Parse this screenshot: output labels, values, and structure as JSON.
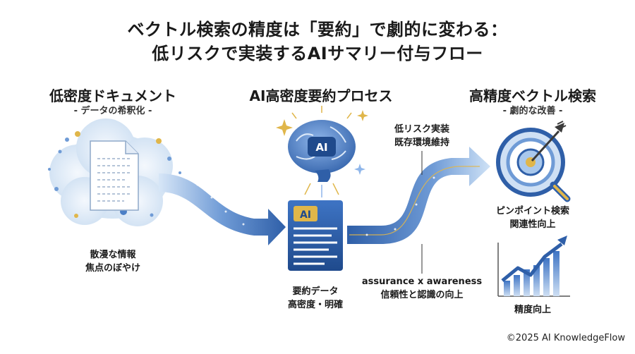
{
  "header": {
    "line1": "ベクトル検索の精度は「要約」で劇的に変わる：",
    "line2": "低リスクで実装するAIサマリー付与フロー"
  },
  "left": {
    "title": "低密度ドキュメント",
    "subtitle": "- データの希釈化 -",
    "caption_1": "散漫な情報",
    "caption_2": "焦点のぼやけ"
  },
  "middle": {
    "title": "AI高密度要約プロセス",
    "brain_badge": "AI",
    "doc_badge": "AI",
    "caption_1": "要約データ",
    "caption_2": "高密度・明確"
  },
  "flow": {
    "upper_note_1": "低リスク実装",
    "upper_note_2": "既存環境維持",
    "lower_note_1": "assurance x awareness",
    "lower_note_2": "信頼性と認識の向上"
  },
  "right": {
    "title": "高精度ベクトル検索",
    "subtitle": "- 劇的な改善 -",
    "target_caption_1": "ピンポイント検索",
    "target_caption_2": "関連性向上",
    "chart_caption": "精度向上"
  },
  "footer": {
    "copyright": "©2025 AI KnowledgeFlow"
  },
  "colors": {
    "primary_blue": "#2f5fa8",
    "light_blue": "#a9c8ec",
    "accent_gold": "#e0b64a"
  }
}
